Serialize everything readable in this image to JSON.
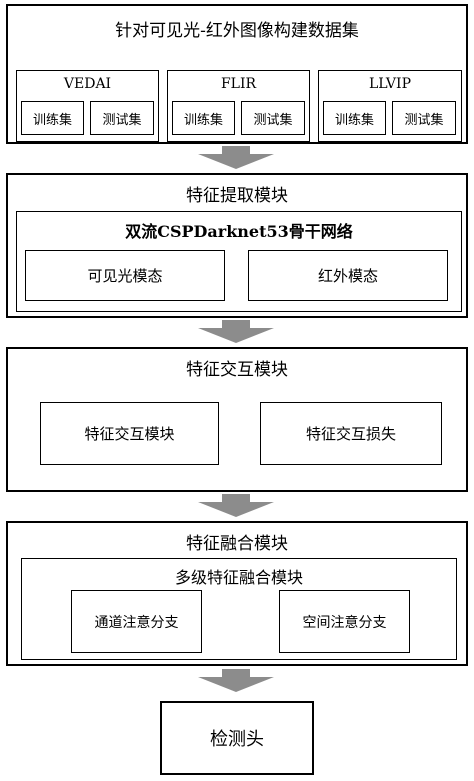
{
  "dataset_module": {
    "title": "针对可见光-红外图像构建数据集",
    "datasets": [
      {
        "name": "VEDAI",
        "train": "训练集",
        "test": "测试集"
      },
      {
        "name": "FLIR",
        "train": "训练集",
        "test": "测试集"
      },
      {
        "name": "LLVIP",
        "train": "训练集",
        "test": "测试集"
      }
    ]
  },
  "feature_extraction": {
    "title": "特征提取模块",
    "backbone_title": "双流CSPDarknet53骨干网络",
    "branches": [
      "可见光模态",
      "红外模态"
    ]
  },
  "feature_interaction": {
    "title": "特征交互模块",
    "items": [
      "特征交互模块",
      "特征交互损失"
    ]
  },
  "feature_fusion": {
    "title": "特征融合模块",
    "inner_title": "多级特征融合模块",
    "branches": [
      "通道注意分支",
      "空间注意分支"
    ]
  },
  "detection_head": {
    "label": "检测头"
  },
  "colors": {
    "arrow": "#8c8c8c",
    "border": "#000000"
  }
}
